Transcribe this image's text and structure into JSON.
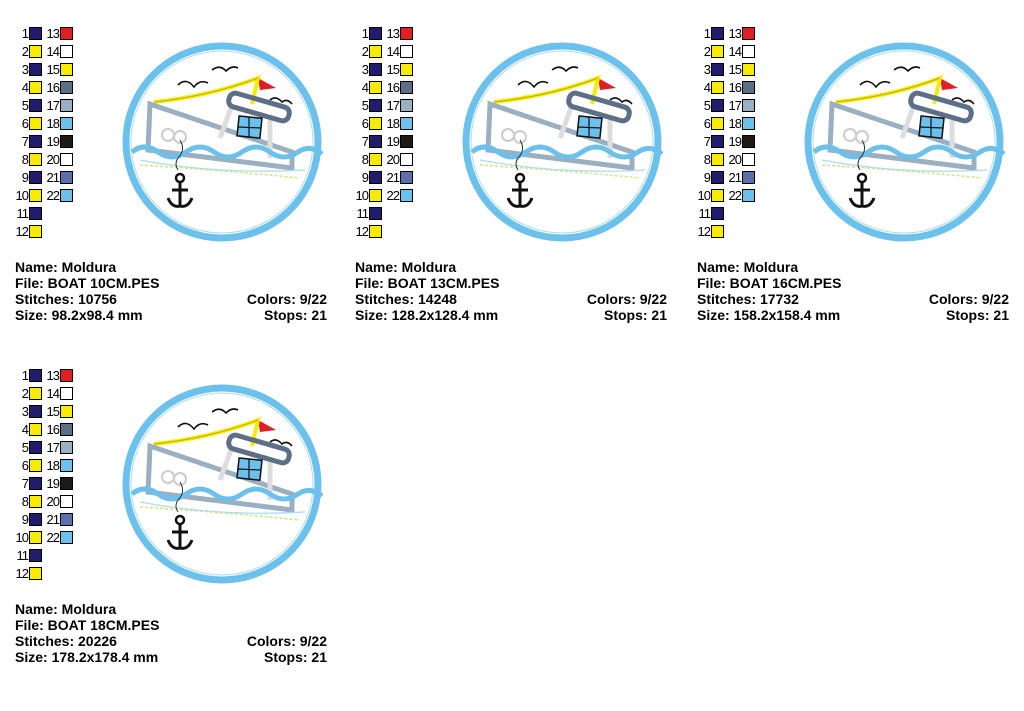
{
  "palette": [
    {
      "n": "1",
      "color": "#221c6e"
    },
    {
      "n": "2",
      "color": "#f7ec00"
    },
    {
      "n": "3",
      "color": "#221c6e"
    },
    {
      "n": "4",
      "color": "#f7ec00"
    },
    {
      "n": "5",
      "color": "#221c6e"
    },
    {
      "n": "6",
      "color": "#f7ec00"
    },
    {
      "n": "7",
      "color": "#221c6e"
    },
    {
      "n": "8",
      "color": "#f7ec00"
    },
    {
      "n": "9",
      "color": "#221c6e"
    },
    {
      "n": "10",
      "color": "#f7ec00"
    },
    {
      "n": "11",
      "color": "#221c6e"
    },
    {
      "n": "12",
      "color": "#f7ec00"
    },
    {
      "n": "13",
      "color": "#e01e24"
    },
    {
      "n": "14",
      "color": "#ffffff"
    },
    {
      "n": "15",
      "color": "#f7ec00"
    },
    {
      "n": "16",
      "color": "#5c6f86"
    },
    {
      "n": "17",
      "color": "#9aafc0"
    },
    {
      "n": "18",
      "color": "#6cc0ec"
    },
    {
      "n": "19",
      "color": "#1e1a18"
    },
    {
      "n": "20",
      "color": "#ffffff"
    },
    {
      "n": "21",
      "color": "#5b70aa"
    },
    {
      "n": "22",
      "color": "#6cc0ec"
    }
  ],
  "designs": [
    {
      "name": "Name: Moldura",
      "file": "File: BOAT 10CM.PES",
      "stitches": "Stitches: 10756",
      "colors": "Colors: 9/22",
      "size": "Size: 98.2x98.4 mm",
      "stops": "Stops: 21"
    },
    {
      "name": "Name: Moldura",
      "file": "File: BOAT 13CM.PES",
      "stitches": "Stitches: 14248",
      "colors": "Colors: 9/22",
      "size": "Size: 128.2x128.4 mm",
      "stops": "Stops: 21"
    },
    {
      "name": "Name: Moldura",
      "file": "File: BOAT 16CM.PES",
      "stitches": "Stitches: 17732",
      "colors": "Colors: 9/22",
      "size": "Size: 158.2x158.4 mm",
      "stops": "Stops: 21"
    },
    {
      "name": "Name: Moldura",
      "file": "File: BOAT 18CM.PES",
      "stitches": "Stitches: 20226",
      "colors": "Colors: 9/22",
      "size": "Size: 178.2x178.4 mm",
      "stops": "Stops: 21"
    }
  ]
}
